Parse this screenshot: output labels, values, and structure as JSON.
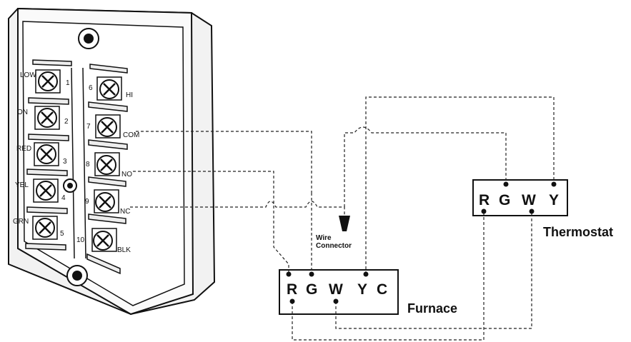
{
  "relay": {
    "left_terminals": [
      {
        "label": "LOW",
        "number": "1"
      },
      {
        "label": "ON",
        "number": "2"
      },
      {
        "label": "RED",
        "number": "3"
      },
      {
        "label": "YEL",
        "number": "4"
      },
      {
        "label": "GRN",
        "number": "5"
      }
    ],
    "right_terminals": [
      {
        "label": "HI",
        "number": "6"
      },
      {
        "label": "COM",
        "number": "7"
      },
      {
        "label": "NO",
        "number": "8"
      },
      {
        "label": "NC",
        "number": "9"
      },
      {
        "label": "BLK",
        "number": "10"
      }
    ]
  },
  "wire_connector": {
    "line1": "Wire",
    "line2": "Connector"
  },
  "furnace": {
    "title": "Furnace",
    "terminals": [
      "R",
      "G",
      "W",
      "Y",
      "C"
    ]
  },
  "thermostat": {
    "title": "Thermostat",
    "terminals": [
      "R",
      "G",
      "W",
      "Y"
    ]
  },
  "colors": {
    "ink": "#111111",
    "device_fill": "#f7f7f7",
    "background": "#ffffff"
  }
}
